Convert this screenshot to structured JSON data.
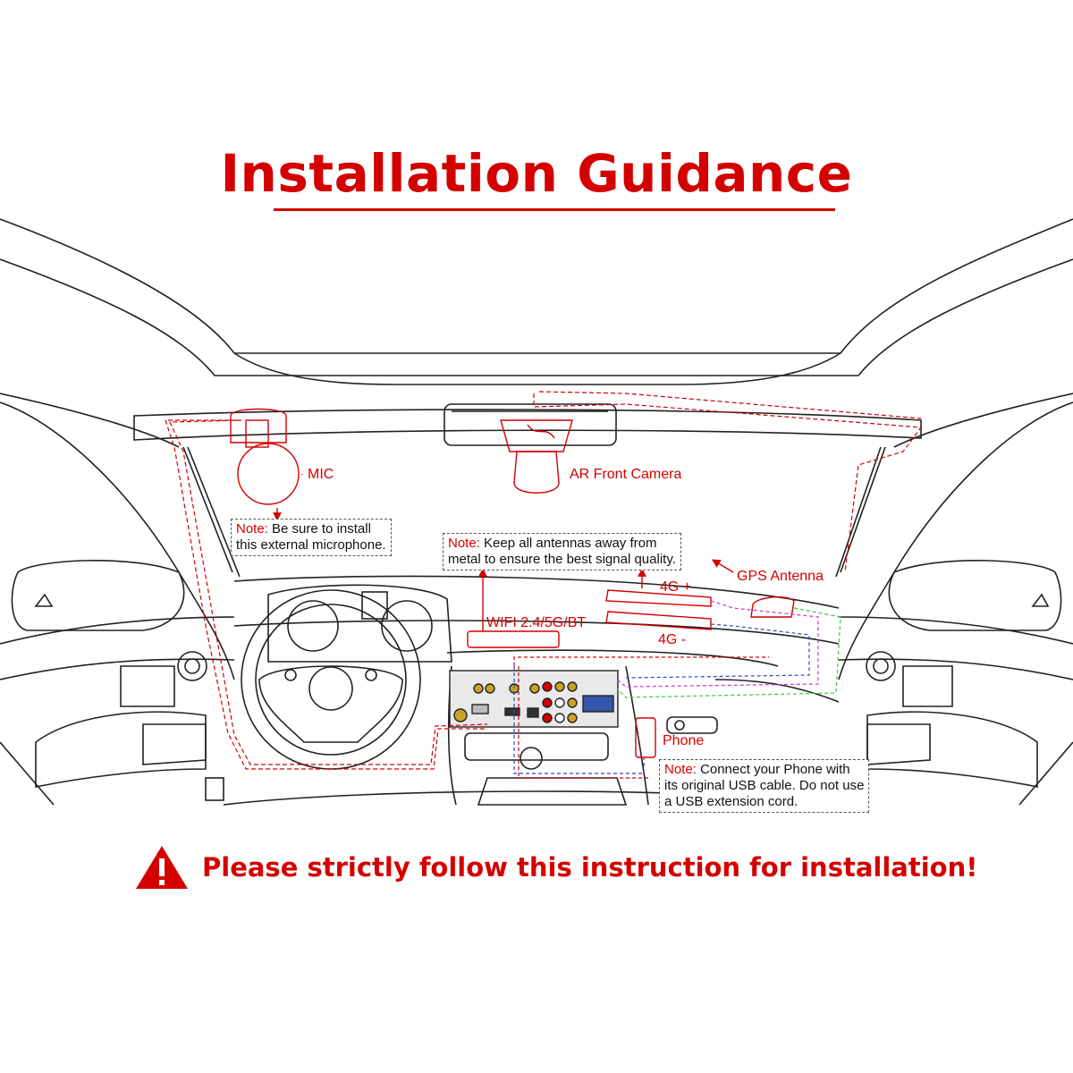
{
  "title": "Installation Guidance",
  "labels": {
    "mic": "MIC",
    "front_camera": "AR Front Camera",
    "gps_antenna": "GPS Antenna",
    "four_g_plus": "4G +",
    "four_g_minus": "4G -",
    "wifi": "WIFI 2.4/5G/BT",
    "phone": "Phone"
  },
  "notes": {
    "keyword": "Note:",
    "mic_line1": " Be sure to install",
    "mic_line2": "this external microphone.",
    "antenna_line1": " Keep all antennas away from",
    "antenna_line2": "metal to ensure the best signal quality.",
    "phone_line1": " Connect your Phone with",
    "phone_line2": "its original USB cable. Do not use",
    "phone_line3": "a USB extension cord."
  },
  "warning": {
    "text": "Please strictly follow this instruction for installation!"
  },
  "colors": {
    "accent": "#d40000",
    "line_art": "#222222",
    "cable_purple": "#cc33cc",
    "cable_green": "#33cc33",
    "cable_blue": "#3344cc"
  }
}
